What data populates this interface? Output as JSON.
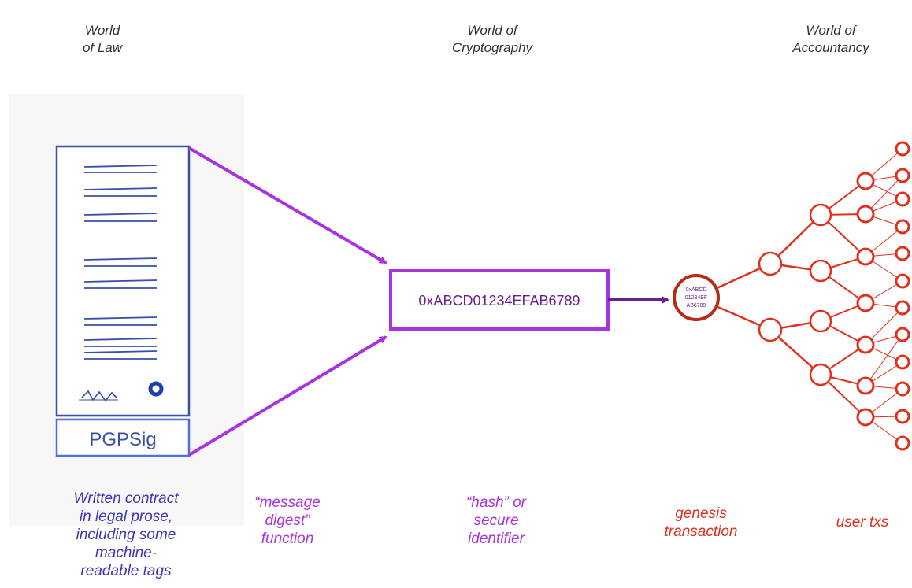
{
  "headers": {
    "law": [
      "World",
      "of Law"
    ],
    "crypto": [
      "World of",
      "Cryptography"
    ],
    "accountancy": [
      "World of",
      "Accountancy"
    ]
  },
  "document": {
    "sig_box_label": "PGPSig"
  },
  "hash_box": {
    "value": "0xABCD01234EFAB6789"
  },
  "genesis_node": {
    "lines": [
      "0xABCD",
      "01234EF",
      "AB6789"
    ]
  },
  "captions": {
    "contract": [
      "Written contract",
      "in legal prose,",
      "including some",
      "machine-",
      "readable tags"
    ],
    "digest": [
      "“message",
      "digest”",
      "function"
    ],
    "hash": [
      "“hash” or",
      "secure",
      "identifier"
    ],
    "genesis": [
      "genesis",
      "transaction"
    ],
    "user": [
      "user txs"
    ]
  },
  "colors": {
    "law": "#3a4fa8",
    "crypto": "#a833e0",
    "hash_text": "#6a2090",
    "accountancy": "#e0301e",
    "genesis_ring": "#b82a18"
  }
}
